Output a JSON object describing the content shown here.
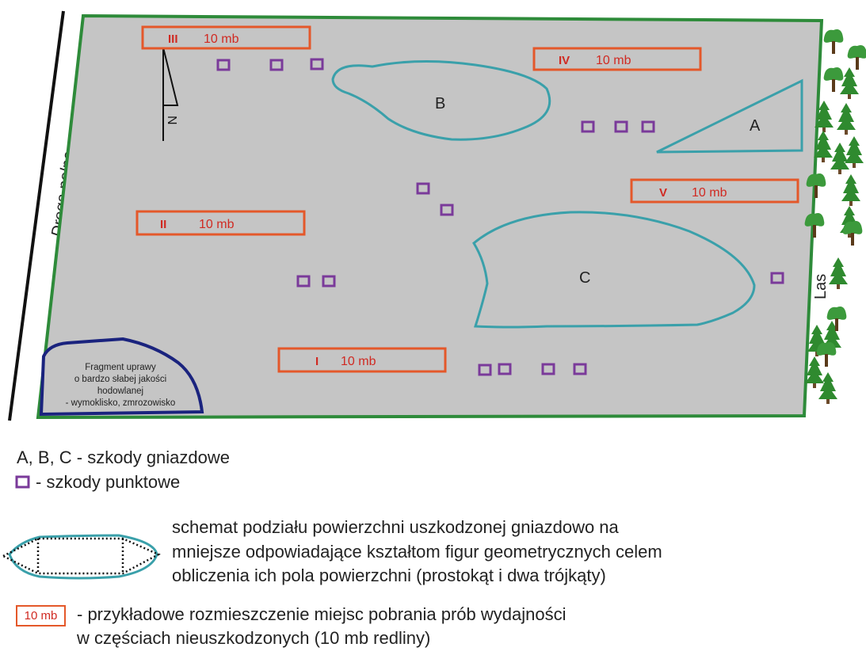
{
  "map": {
    "road_label": "Droga polna",
    "forest_label": "Las",
    "north_label": "N",
    "poor_fragment": {
      "line1": "Fragment uprawy",
      "line2": "o bardzo słabej jakości",
      "line3": "hodowlanej",
      "line4": "- wymoklisko, zmrozowisko"
    },
    "nests": [
      "A",
      "B",
      "C"
    ],
    "sample_strips": [
      {
        "roman": "I",
        "text": "10 mb"
      },
      {
        "roman": "II",
        "text": "10 mb"
      },
      {
        "roman": "III",
        "text": "10 mb"
      },
      {
        "roman": "IV",
        "text": "10 mb"
      },
      {
        "roman": "V",
        "text": "10 mb"
      }
    ]
  },
  "legend": {
    "nest_damage": "A, B, C - szkody gniazdowe",
    "point_damage": "- szkody punktowe",
    "division_line1": "schemat podziału powierzchni uszkodzonej gniazdowo na",
    "division_line2": "mniejsze odpowiadające kształtom figur geometrycznych celem",
    "division_line3": "obliczenia ich pola powierzchni (prostokąt i dwa trójkąty)",
    "sample_box_label": "10 mb",
    "sample_line1": "- przykładowe rozmieszczenie miejsc pobrania prób wydajności",
    "sample_line2": "w częściach nieuszkodzonych (10 mb redliny)"
  },
  "colors": {
    "field_fill": "#c5c5c5",
    "field_border": "#2e8b3a",
    "nest_outline": "#3aa0aa",
    "point_damage": "#7a3a9a",
    "sample_strip": "#e4582a",
    "sample_text": "#d02a22",
    "poor_fragment_border": "#1a237e"
  }
}
